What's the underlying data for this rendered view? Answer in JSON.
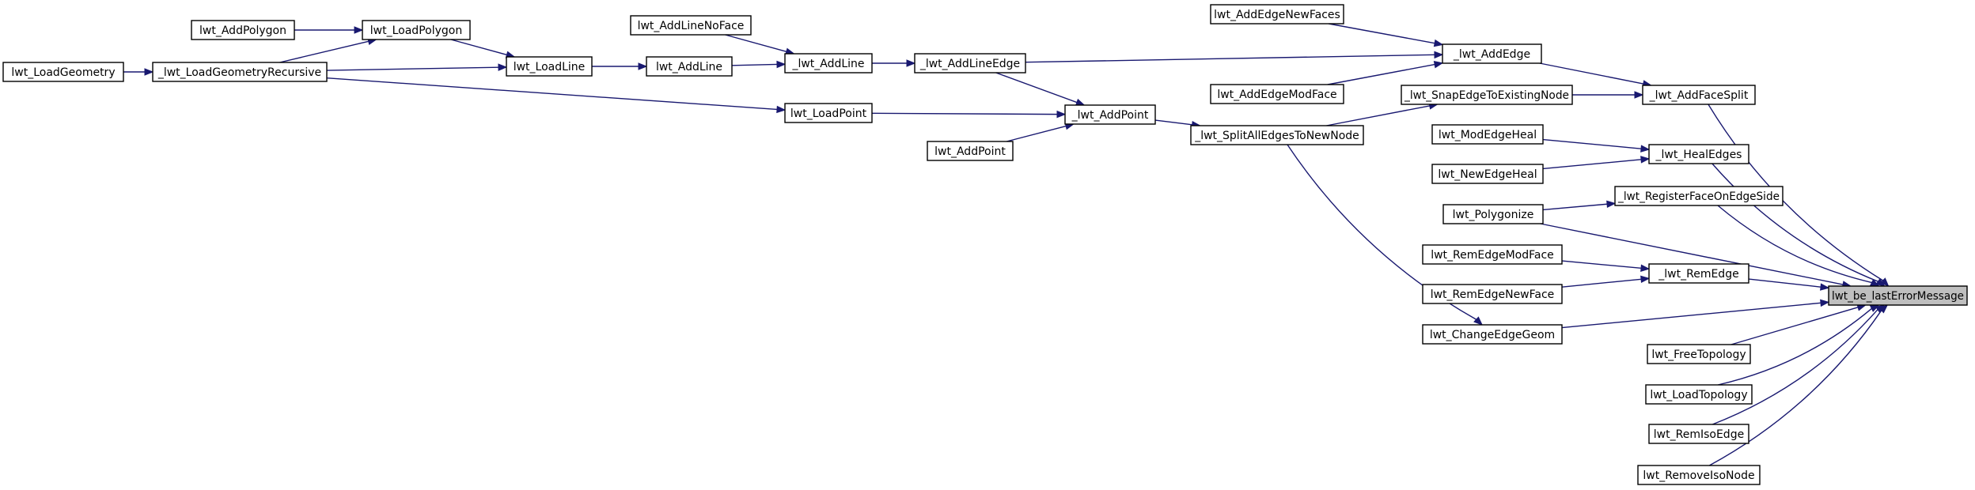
{
  "nodes": [
    {
      "id": "lwt_be_lastErrorMessage",
      "label": "lwt_be_lastErrorMessage",
      "highlight": true
    },
    {
      "id": "_lwt_AddFaceSplit",
      "label": "_lwt_AddFaceSplit"
    },
    {
      "id": "_lwt_HealEdges",
      "label": "_lwt_HealEdges"
    },
    {
      "id": "_lwt_RegisterFaceOnEdgeSide",
      "label": "_lwt_RegisterFaceOnEdgeSide"
    },
    {
      "id": "lwt_Polygonize",
      "label": "lwt_Polygonize"
    },
    {
      "id": "_lwt_RemEdge",
      "label": "_lwt_RemEdge"
    },
    {
      "id": "lwt_ChangeEdgeGeom",
      "label": "lwt_ChangeEdgeGeom"
    },
    {
      "id": "lwt_FreeTopology",
      "label": "lwt_FreeTopology"
    },
    {
      "id": "lwt_LoadTopology",
      "label": "lwt_LoadTopology"
    },
    {
      "id": "lwt_RemIsoEdge",
      "label": "lwt_RemIsoEdge"
    },
    {
      "id": "lwt_RemoveIsoNode",
      "label": "lwt_RemoveIsoNode"
    },
    {
      "id": "_lwt_AddEdge",
      "label": "_lwt_AddEdge"
    },
    {
      "id": "_lwt_SnapEdgeToExistingNode",
      "label": "_lwt_SnapEdgeToExistingNode"
    },
    {
      "id": "lwt_ModEdgeHeal",
      "label": "lwt_ModEdgeHeal"
    },
    {
      "id": "lwt_NewEdgeHeal",
      "label": "lwt_NewEdgeHeal"
    },
    {
      "id": "lwt_RemEdgeModFace",
      "label": "lwt_RemEdgeModFace"
    },
    {
      "id": "lwt_RemEdgeNewFace",
      "label": "lwt_RemEdgeNewFace"
    },
    {
      "id": "lwt_AddEdgeNewFaces",
      "label": "lwt_AddEdgeNewFaces"
    },
    {
      "id": "lwt_AddEdgeModFace",
      "label": "lwt_AddEdgeModFace"
    },
    {
      "id": "_lwt_AddLineEdge",
      "label": "_lwt_AddLineEdge"
    },
    {
      "id": "_lwt_SplitAllEdgesToNewNode",
      "label": "_lwt_SplitAllEdgesToNewNode"
    },
    {
      "id": "_lwt_AddLine",
      "label": "_lwt_AddLine"
    },
    {
      "id": "_lwt_AddPoint",
      "label": "_lwt_AddPoint"
    },
    {
      "id": "lwt_AddLineNoFace",
      "label": "lwt_AddLineNoFace"
    },
    {
      "id": "lwt_AddLine",
      "label": "lwt_AddLine"
    },
    {
      "id": "lwt_LoadLine",
      "label": "lwt_LoadLine"
    },
    {
      "id": "lwt_LoadPolygon",
      "label": "lwt_LoadPolygon"
    },
    {
      "id": "lwt_AddPolygon",
      "label": "lwt_AddPolygon"
    },
    {
      "id": "_lwt_LoadGeometryRecursive",
      "label": "_lwt_LoadGeometryRecursive"
    },
    {
      "id": "lwt_LoadGeometry",
      "label": "lwt_LoadGeometry"
    },
    {
      "id": "lwt_LoadPoint",
      "label": "lwt_LoadPoint"
    },
    {
      "id": "lwt_AddPoint",
      "label": "lwt_AddPoint"
    }
  ],
  "edges": [
    {
      "from": "_lwt_AddFaceSplit",
      "to": "lwt_be_lastErrorMessage"
    },
    {
      "from": "_lwt_HealEdges",
      "to": "lwt_be_lastErrorMessage"
    },
    {
      "from": "_lwt_RegisterFaceOnEdgeSide",
      "to": "lwt_be_lastErrorMessage"
    },
    {
      "from": "lwt_Polygonize",
      "to": "lwt_be_lastErrorMessage"
    },
    {
      "from": "_lwt_RemEdge",
      "to": "lwt_be_lastErrorMessage"
    },
    {
      "from": "lwt_ChangeEdgeGeom",
      "to": "lwt_be_lastErrorMessage"
    },
    {
      "from": "lwt_FreeTopology",
      "to": "lwt_be_lastErrorMessage"
    },
    {
      "from": "lwt_LoadTopology",
      "to": "lwt_be_lastErrorMessage"
    },
    {
      "from": "lwt_RemIsoEdge",
      "to": "lwt_be_lastErrorMessage"
    },
    {
      "from": "lwt_RemoveIsoNode",
      "to": "lwt_be_lastErrorMessage"
    },
    {
      "from": "_lwt_AddEdge",
      "to": "_lwt_AddFaceSplit"
    },
    {
      "from": "_lwt_SnapEdgeToExistingNode",
      "to": "_lwt_AddFaceSplit"
    },
    {
      "from": "lwt_ModEdgeHeal",
      "to": "_lwt_HealEdges"
    },
    {
      "from": "lwt_NewEdgeHeal",
      "to": "_lwt_HealEdges"
    },
    {
      "from": "lwt_Polygonize",
      "to": "_lwt_RegisterFaceOnEdgeSide"
    },
    {
      "from": "lwt_RemEdgeModFace",
      "to": "_lwt_RemEdge"
    },
    {
      "from": "lwt_RemEdgeNewFace",
      "to": "_lwt_RemEdge"
    },
    {
      "from": "lwt_AddEdgeNewFaces",
      "to": "_lwt_AddEdge"
    },
    {
      "from": "lwt_AddEdgeModFace",
      "to": "_lwt_AddEdge"
    },
    {
      "from": "_lwt_AddLineEdge",
      "to": "_lwt_AddEdge"
    },
    {
      "from": "_lwt_SplitAllEdgesToNewNode",
      "to": "_lwt_SnapEdgeToExistingNode"
    },
    {
      "from": "_lwt_SplitAllEdgesToNewNode",
      "to": "lwt_ChangeEdgeGeom"
    },
    {
      "from": "_lwt_AddPoint",
      "to": "_lwt_SplitAllEdgesToNewNode"
    },
    {
      "from": "_lwt_AddLine",
      "to": "_lwt_AddLineEdge"
    },
    {
      "from": "_lwt_AddLineEdge",
      "to": "_lwt_AddPoint"
    },
    {
      "from": "lwt_LoadPoint",
      "to": "_lwt_AddPoint"
    },
    {
      "from": "lwt_AddPoint",
      "to": "_lwt_AddPoint"
    },
    {
      "from": "lwt_AddLineNoFace",
      "to": "_lwt_AddLine"
    },
    {
      "from": "lwt_AddLine",
      "to": "_lwt_AddLine"
    },
    {
      "from": "lwt_LoadLine",
      "to": "lwt_AddLine"
    },
    {
      "from": "lwt_LoadPolygon",
      "to": "lwt_LoadLine"
    },
    {
      "from": "_lwt_LoadGeometryRecursive",
      "to": "lwt_LoadLine"
    },
    {
      "from": "lwt_AddPolygon",
      "to": "lwt_LoadPolygon"
    },
    {
      "from": "_lwt_LoadGeometryRecursive",
      "to": "lwt_LoadPolygon"
    },
    {
      "from": "lwt_LoadGeometry",
      "to": "_lwt_LoadGeometryRecursive"
    },
    {
      "from": "_lwt_LoadGeometryRecursive",
      "to": "lwt_LoadPoint"
    }
  ]
}
